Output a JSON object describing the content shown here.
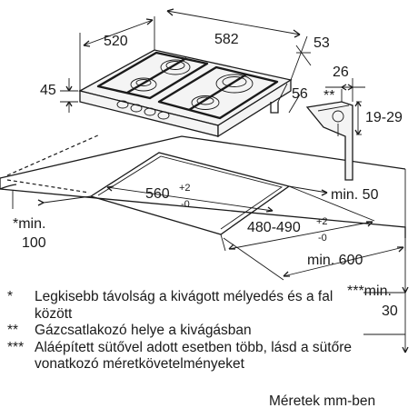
{
  "dimensions": {
    "width_top": "520",
    "depth_top": "582",
    "corner_right": "53",
    "height_left": "45",
    "height_right": "56",
    "gas_horizontal": "26",
    "gas_mark": "**",
    "gas_vertical": "19-29",
    "wall_gap": "min. 50",
    "cutout_width": "560",
    "cutout_width_tol_upper": "+2",
    "cutout_width_tol_lower": "-0",
    "cutout_depth": "480-490",
    "cutout_depth_tol_upper": "+2",
    "cutout_depth_tol_lower": "-0",
    "front_min": "min. 600",
    "side_min_mark": "*min.",
    "side_min_value": "100",
    "oven_min_mark": "***min.",
    "oven_min_value": "30"
  },
  "notes": [
    {
      "marker": "*",
      "text": "Legkisebb távolság a kivágott mélyedés és a fal között"
    },
    {
      "marker": "**",
      "text": "Gázcsatlakozó helye a kivágásban"
    },
    {
      "marker": "***",
      "text": "Aláépített sütővel adott esetben több, lásd a sütőre vonatkozó méretkövetelményeket"
    }
  ],
  "units_label": "Méretek mm-ben"
}
